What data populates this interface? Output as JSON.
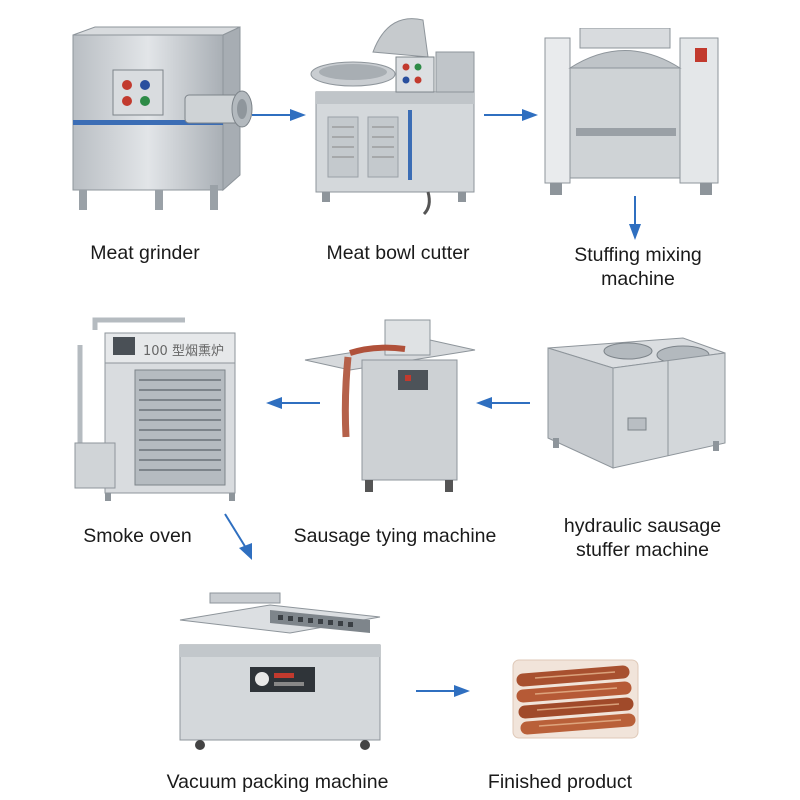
{
  "steps": [
    {
      "id": "meat-grinder",
      "label": "Meat grinder"
    },
    {
      "id": "meat-bowl-cutter",
      "label": "Meat bowl cutter"
    },
    {
      "id": "stuffing-mixing-machine",
      "label_line1": "Stuffing mixing",
      "label_line2": "machine"
    },
    {
      "id": "hydraulic-sausage-stuffer",
      "label_line1": "hydraulic sausage",
      "label_line2": "stuffer machine"
    },
    {
      "id": "sausage-tying-machine",
      "label": "Sausage tying machine"
    },
    {
      "id": "smoke-oven",
      "label": "Smoke oven",
      "panel_text": "100 型烟熏炉"
    },
    {
      "id": "vacuum-packing-machine",
      "label": "Vacuum packing machine"
    },
    {
      "id": "finished-product",
      "label": "Finished product"
    }
  ],
  "colors": {
    "arrow": "#2f6fc0",
    "steel": "#c8ccd0",
    "steel_dark": "#8e959b",
    "blue_stripe": "#3b6db5"
  }
}
